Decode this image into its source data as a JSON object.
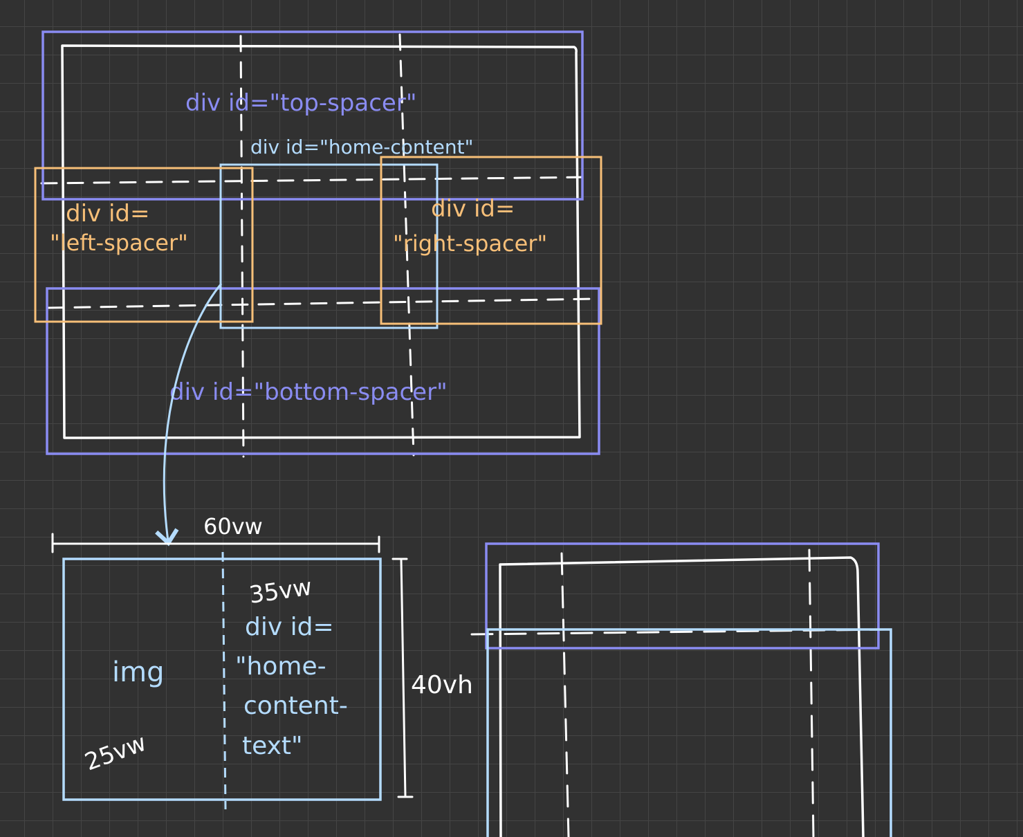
{
  "colors": {
    "background": "#313131",
    "grid": "#454545",
    "sketch": "#ffffff",
    "spacer_vertical": "#8a8cf2",
    "spacer_horizontal": "#f7bf78",
    "content": "#b4dcff"
  },
  "layout_sketch": {
    "top_spacer": "div id=\"top-spacer\"",
    "home_content": "div id=\"home-content\"",
    "left_spacer": [
      "div id=",
      "\"left-spacer\""
    ],
    "right_spacer": [
      "div id=",
      "\"right-spacer\""
    ],
    "bottom_spacer": "div id=\"bottom-spacer\""
  },
  "content_detail": {
    "width_label": "60vw",
    "text_width_label": "35vw",
    "img_label": "img",
    "img_width_label": "25vw",
    "text_block": [
      "div id=",
      "\"home-",
      "content-",
      "text\""
    ],
    "height_label": "40vh"
  }
}
